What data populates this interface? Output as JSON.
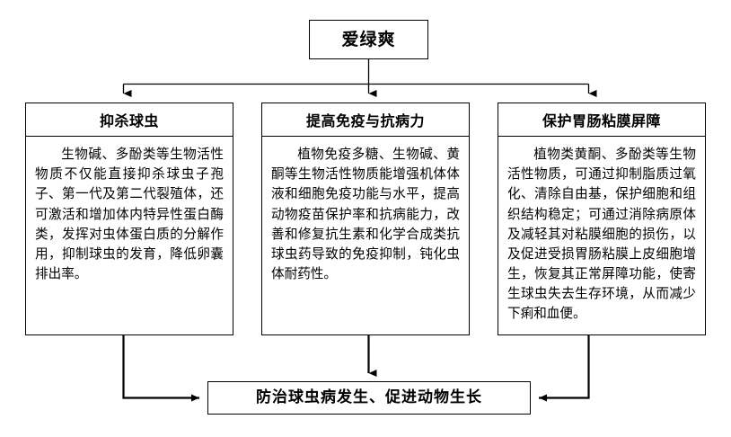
{
  "diagram": {
    "root": {
      "label": "爱绿爽"
    },
    "branches": [
      {
        "header": "抑杀球虫",
        "body": "生物碱、多酚类等生物活性物质不仅能直接抑杀球虫子孢子、第一代及第二代裂殖体，还可激活和增加体内特异性蛋白酶类，发挥对虫体蛋白质的分解作用，抑制球虫的发育，降低卵囊排出率。"
      },
      {
        "header": "提高免疫与抗病力",
        "body": "植物免疫多糖、生物碱、黄酮等生物活性物质能增强机体体液和细胞免疫功能与水平，提高动物疫苗保护率和抗病能力，改善和修复抗生素和化学合成类抗球虫药导致的免疫抑制，钝化虫体耐药性。"
      },
      {
        "header": "保护胃肠粘膜屏障",
        "body": "植物类黄酮、多酚类等生物活性物质，可通过抑制脂质过氧化、清除自由基，保护细胞和组织结构稳定；可通过消除病原体及减轻其对粘膜细胞的损伤，以及促进受损胃肠粘膜上皮细胞增生，恢复其正常屏障功能，使寄生球虫失去生存环境，从而减少下痢和血便。"
      }
    ],
    "conclusion": {
      "label": "防治球虫病发生、促进动物生长"
    },
    "colors": {
      "stroke": "#000000",
      "fill": "#ffffff",
      "text": "#000000"
    }
  }
}
